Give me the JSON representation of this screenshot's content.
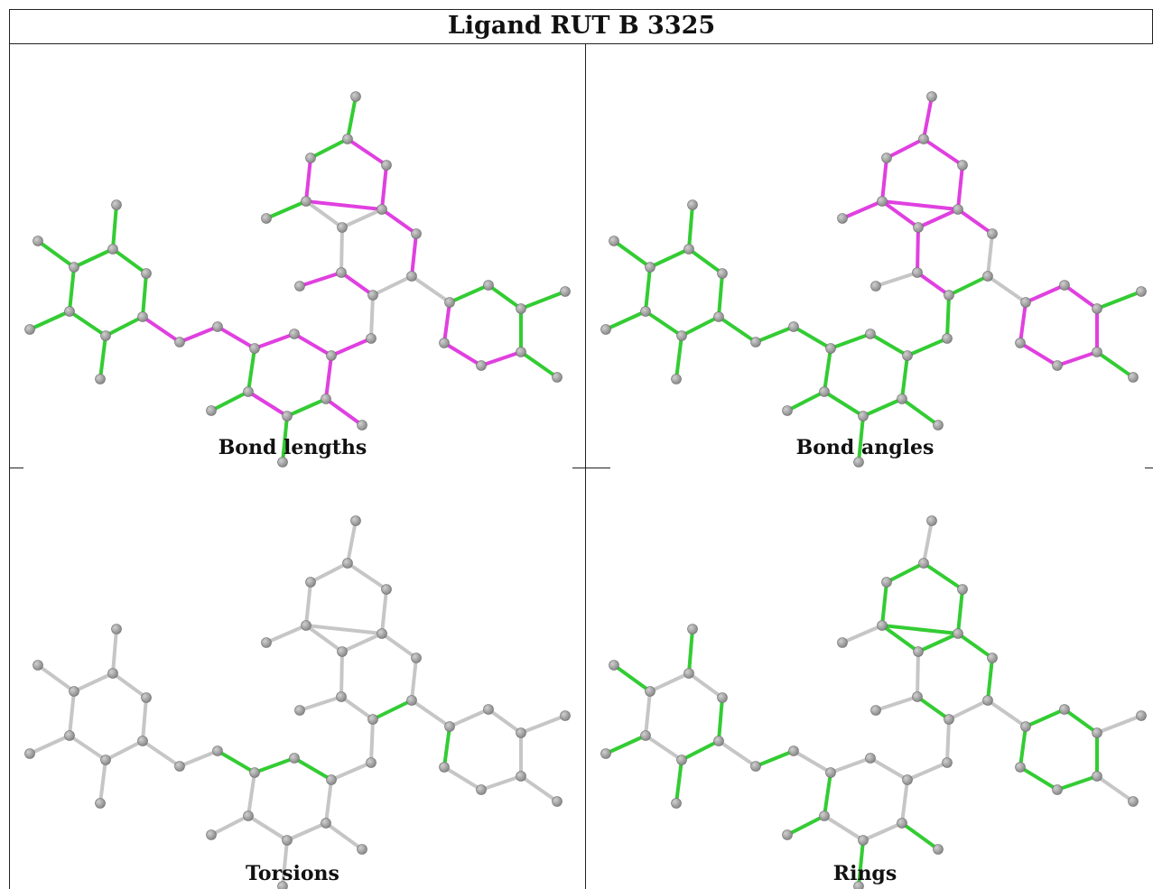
{
  "title": "Ligand RUT B 3325",
  "colors": {
    "atom": "#8a8a8a",
    "atom_highlight": "#d0d0d0",
    "bond_default": "#c6c6c6",
    "bond_green": "#33cc33",
    "bond_magenta": "#e040e0"
  },
  "panels": [
    {
      "caption": "Bond lengths"
    },
    {
      "caption": "Bond angles"
    },
    {
      "caption": "Torsions"
    },
    {
      "caption": "Rings"
    }
  ]
}
